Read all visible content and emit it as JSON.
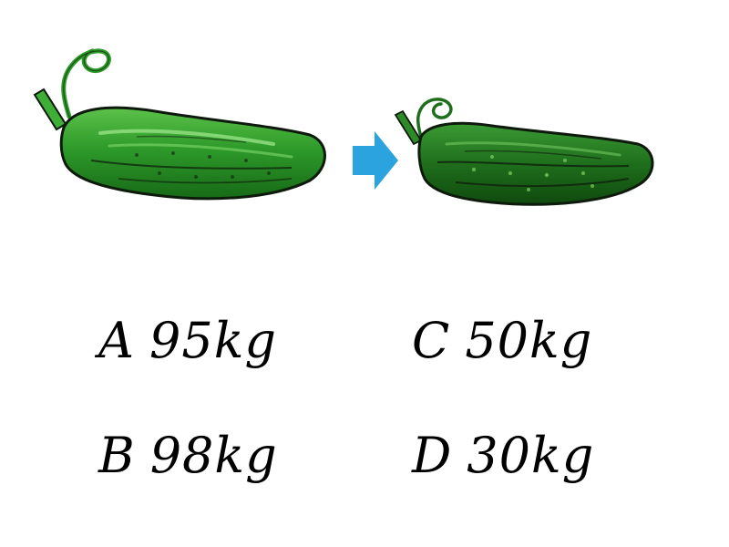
{
  "illustration": {
    "before_item": "cucumber-fresh-icon",
    "arrow": "arrow-right-icon",
    "after_item": "cucumber-dried-icon",
    "colors": {
      "fresh_body": "#2e9a2a",
      "fresh_highlight": "#7fd86a",
      "dried_body": "#1f6e1c",
      "arrow": "#2aa3df",
      "outline": "#0d1a0c"
    }
  },
  "options": [
    {
      "letter": "A",
      "value": "95kg"
    },
    {
      "letter": "B",
      "value": "98kg"
    },
    {
      "letter": "C",
      "value": "50kg"
    },
    {
      "letter": "D",
      "value": "30kg"
    }
  ]
}
